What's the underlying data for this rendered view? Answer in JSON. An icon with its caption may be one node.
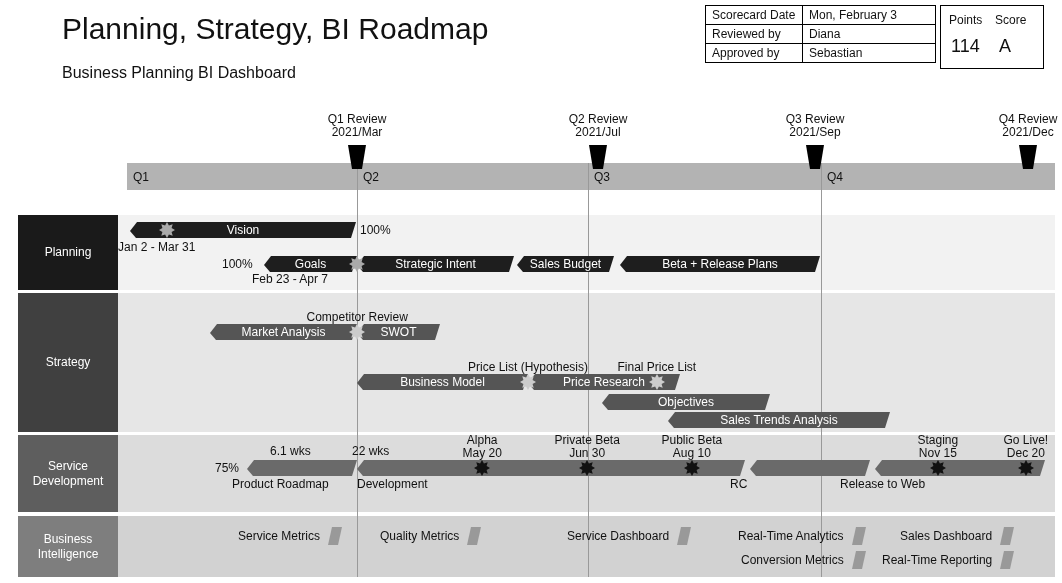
{
  "diagram": {
    "title": "Planning, Strategy, BI Roadmap",
    "nodes": [
      {
        "text": [
          "Planning"
        ]
      },
      {
        "text": [
          "Strategy"
        ]
      },
      {
        "text": [
          "Service Development"
        ]
      },
      {
        "text": [
          "Business Intelligence"
        ]
      },
      {
        "text": [
          "Q1 Review",
          "2021/Mar"
        ]
      },
      {
        "text": [
          "Q2 Review",
          "2021/Jul"
        ]
      },
      {
        "text": [
          "Q3 Review",
          "2021/Sep"
        ]
      },
      {
        "text": [
          "Q4 Review",
          "2021/Dec"
        ]
      },
      {
        "text": [
          "Vision"
        ],
        "beside": [
          "100%",
          "Jan 2 - Mar 31"
        ]
      },
      {
        "text": [],
        "shape": "star",
        "in": 8
      },
      {
        "text": [
          "Goals"
        ],
        "beside": [
          "100%",
          "Feb 23 - Apr 7"
        ]
      },
      {
        "text": [],
        "shape": "star"
      },
      {
        "text": [
          "Strategic Intent"
        ]
      },
      {
        "text": [
          "Sales Budget"
        ]
      },
      {
        "text": [
          "Beta + Release Plans"
        ]
      },
      {
        "text": [
          "Market Analysis"
        ]
      },
      {
        "text": [
          "Competitor Review"
        ]
      },
      {
        "text": [
          "SWOT"
        ]
      },
      {
        "text": [
          "Business Model"
        ]
      },
      {
        "text": [
          "Price List (Hypothesis)"
        ]
      },
      {
        "text": [
          "Price Research"
        ]
      },
      {
        "text": [
          "Final Price List"
        ],
        "in": 20
      },
      {
        "text": [
          "Objectives"
        ]
      },
      {
        "text": [
          "Sales Trends Analysis"
        ]
      },
      {
        "text": [
          "Product Roadmap"
        ],
        "beside": [
          "6.1 wks",
          "75%"
        ]
      },
      {
        "text": [
          "Development"
        ],
        "beside": [
          "22 wks"
        ]
      },
      {
        "text": [
          "Alpha",
          "May 20"
        ],
        "in": 25
      },
      {
        "text": [
          "Private Beta",
          "Jun 30"
        ],
        "in": 25
      },
      {
        "text": [
          "Public Beta",
          "Aug 10"
        ],
        "in": 25
      },
      {
        "text": [
          "RC"
        ]
      },
      {
        "text": [
          "Release to Web"
        ]
      },
      {
        "text": [
          "Staging",
          "Nov 15"
        ],
        "in": 30
      },
      {
        "text": [
          "Go Live!",
          "Dec 20"
        ],
        "in": 30
      },
      {
        "text": [
          "Service Metrics"
        ]
      },
      {
        "text": [
          "Quality Metrics"
        ]
      },
      {
        "text": [
          "Service Dashboard"
        ]
      },
      {
        "text": [
          "Real-Time Analytics"
        ]
      },
      {
        "text": [
          "Sales Dashboard"
        ]
      },
      {
        "text": [
          "Conversion Metrics"
        ]
      },
      {
        "text": [
          "Real-Time Reporting"
        ]
      }
    ],
    "edges": [],
    "labels": [
      "Business Planning BI Dashboard",
      "Scorecard Date",
      "Mon, February 3",
      "Reviewed by",
      "Diana",
      "Approved by",
      "Sebastian",
      "Points",
      "Score",
      "114",
      "A",
      "Q1",
      "Q2",
      "Q3",
      "Q4"
    ]
  }
}
